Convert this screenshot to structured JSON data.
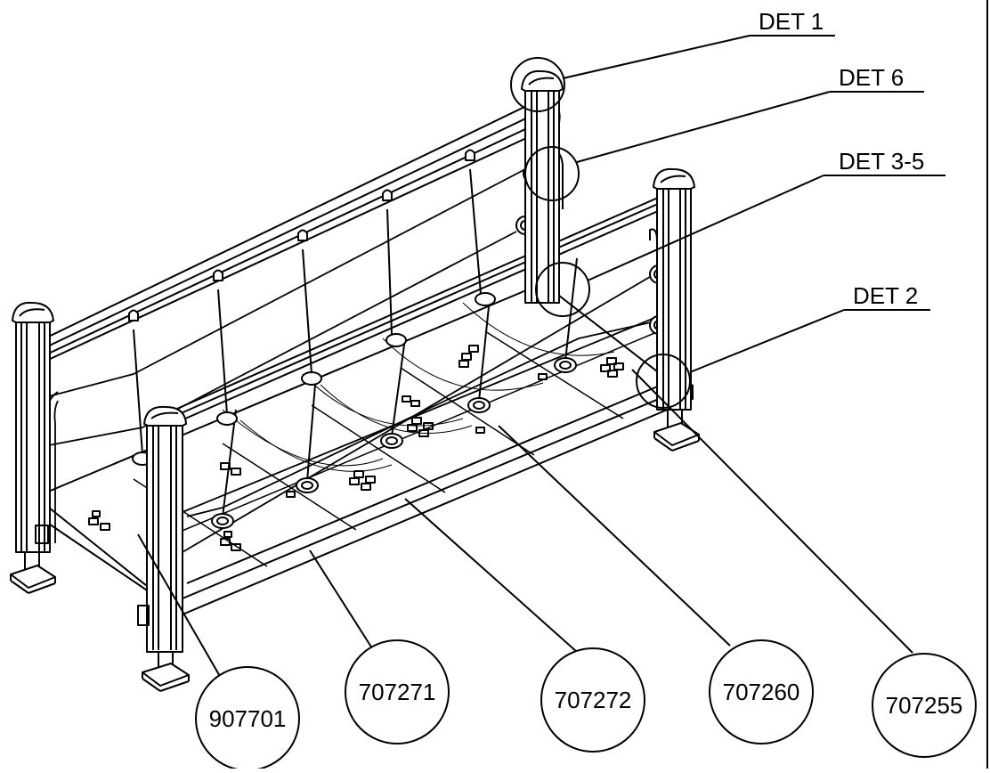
{
  "detail_labels": {
    "det1": "DET 1",
    "det6": "DET 6",
    "det35": "DET 3-5",
    "det2": "DET 2"
  },
  "part_numbers": {
    "p907701": "907701",
    "p707271": "707271",
    "p707272": "707272",
    "p707260": "707260",
    "p707255": "707255"
  },
  "colors": {
    "line": "#000000",
    "background": "#ffffff"
  }
}
